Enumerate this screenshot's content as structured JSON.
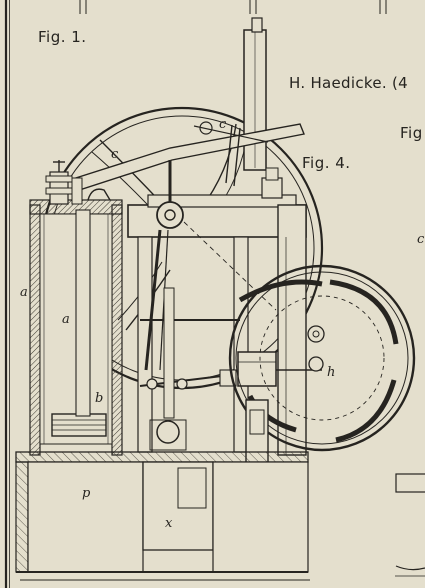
{
  "plate": {
    "fig1_label": "Fig. 1.",
    "fig4_label": "Fig. 4.",
    "fig_cut_label": "Fig",
    "author": "H. Haedicke. (4"
  },
  "part_letters": {
    "a_outer": "a",
    "a_inner": "a",
    "b": "b",
    "c_left": "c",
    "c_right": "c",
    "h": "h",
    "p": "p",
    "x": "x",
    "c_margin": "c"
  },
  "colors": {
    "paper": "#e4dfcd",
    "ink": "#262420",
    "hatch": "#3a362e"
  }
}
